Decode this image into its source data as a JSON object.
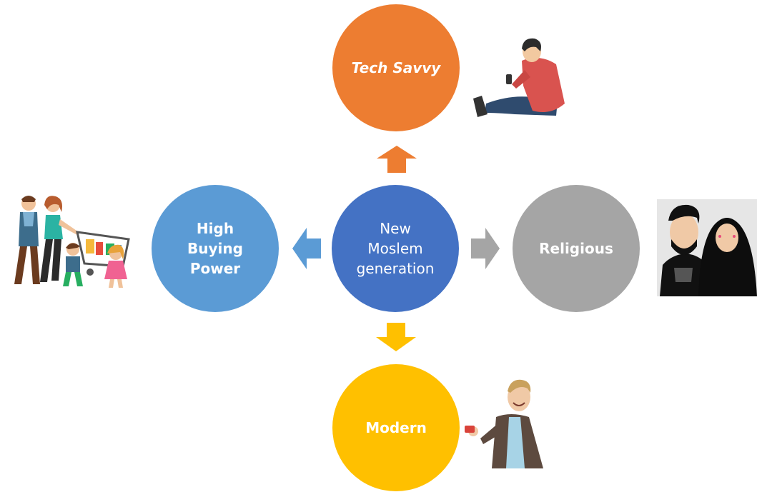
{
  "nodes": {
    "center": "New\nMoslem\ngeneration",
    "top": "Tech Savvy",
    "left": "High\nBuying\nPower",
    "right": "Religious",
    "bottom": "Modern"
  },
  "colors": {
    "center": "#4472c4",
    "top": "#ed7d31",
    "left": "#5b9bd5",
    "right": "#a5a5a5",
    "bottom": "#ffc000"
  },
  "illustrations": {
    "top_right": "person-sitting-with-phone-icon",
    "left": "family-shopping-cart-icon",
    "right": "couple-hijab-icon",
    "bottom_right": "man-holding-card-icon"
  }
}
